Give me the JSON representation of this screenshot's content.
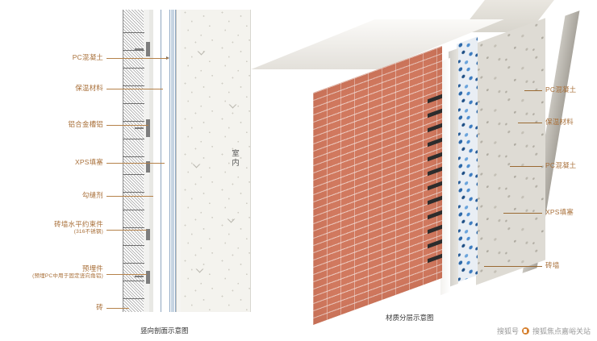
{
  "left": {
    "caption": "竖向剖面示意图",
    "interior_label": "室内",
    "labels": [
      {
        "text": "PC混凝土",
        "sub": ""
      },
      {
        "text": "保温材料",
        "sub": ""
      },
      {
        "text": "铝合金槽铝",
        "sub": ""
      },
      {
        "text": "XPS填塞",
        "sub": ""
      },
      {
        "text": "勾缝剂",
        "sub": ""
      },
      {
        "text": "砖墙水平约束件",
        "sub": "(316不锈钢)"
      },
      {
        "text": "预埋件",
        "sub": "(预埋PC中用于固定竖向角铝)"
      },
      {
        "text": "砖",
        "sub": ""
      }
    ]
  },
  "right": {
    "caption": "材质分层示意图",
    "labels": [
      {
        "text": "PC混凝土"
      },
      {
        "text": "保温材料"
      },
      {
        "text": "PC混凝土"
      },
      {
        "text": "XPS填塞"
      },
      {
        "text": "砖墙"
      }
    ]
  },
  "watermark": {
    "prefix": "搜狐号",
    "text": "搜狐焦点嘉峪关站"
  },
  "colors": {
    "label": "#a9703a",
    "leader": "#b5824a",
    "brick": "#d1795f",
    "insulation_blue": "#2d68a8",
    "concrete": "#dedbd4"
  }
}
